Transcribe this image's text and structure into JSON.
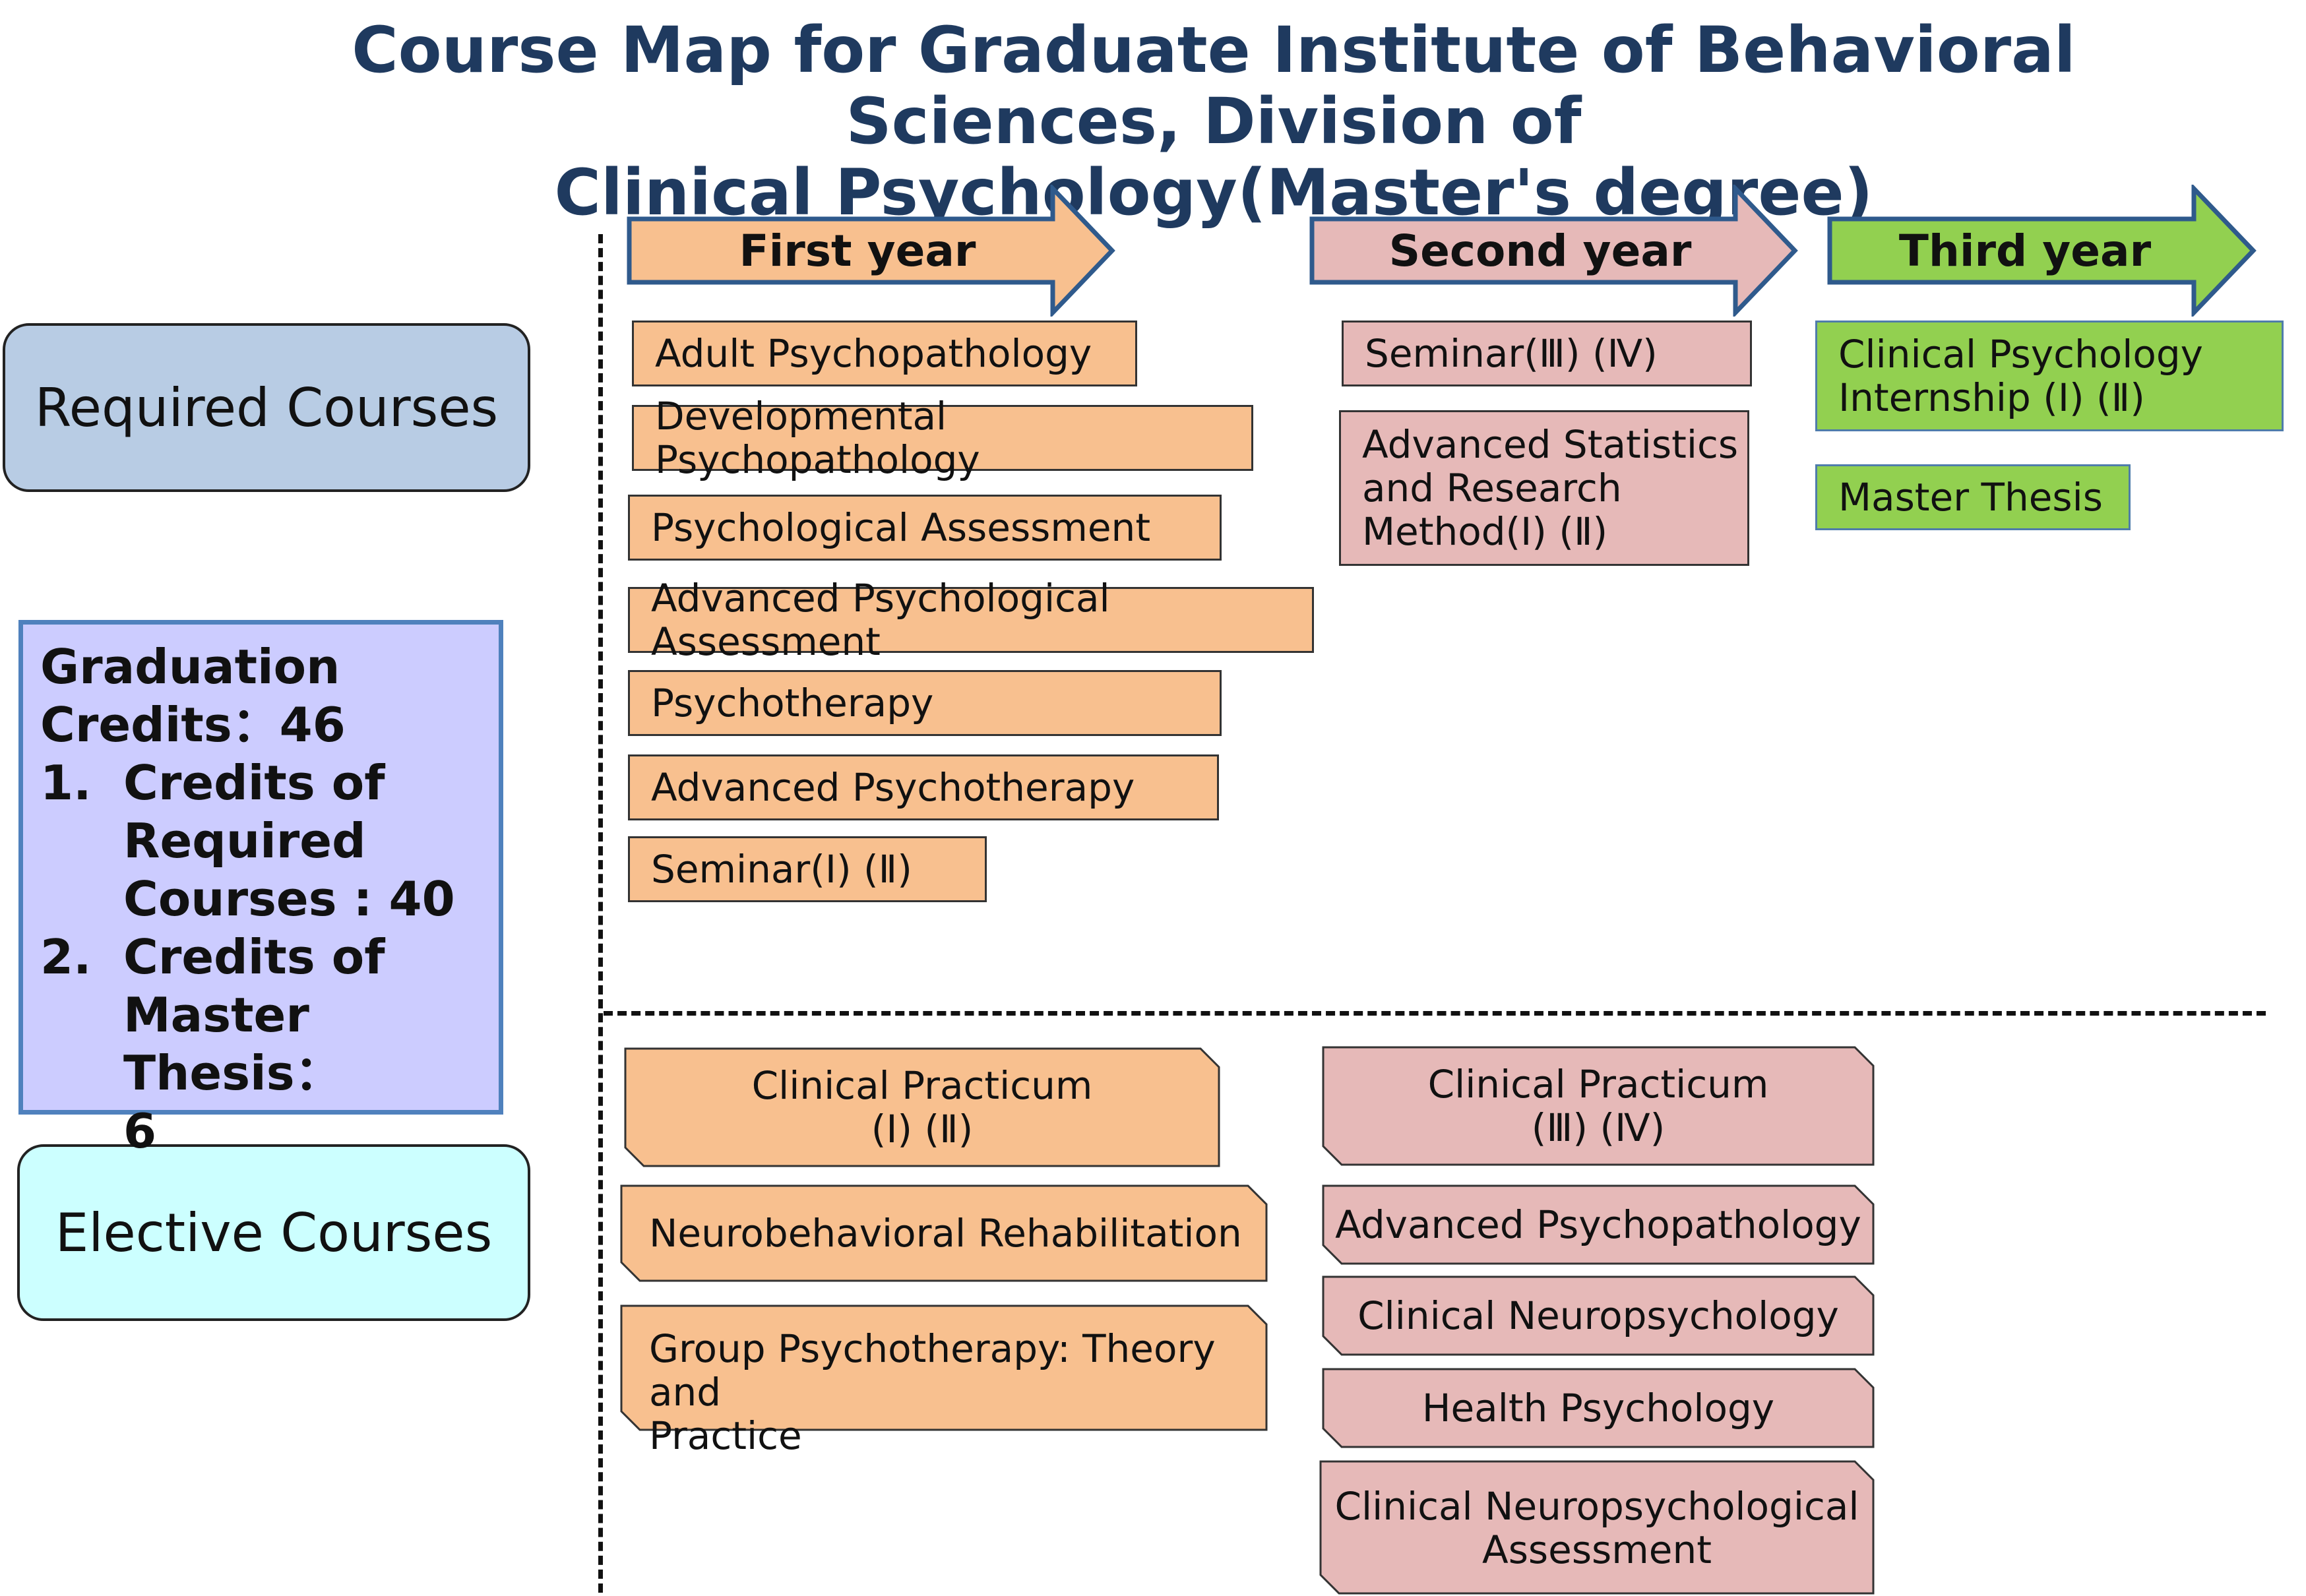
{
  "title": {
    "line1": "Course Map for Graduate Institute of Behavioral Sciences, Division of",
    "line2": "Clinical Psychology(Master's degree)"
  },
  "categories": {
    "required": "Required Courses",
    "elective": "Elective Courses"
  },
  "graduation": {
    "heading1": "Graduation",
    "heading2": "Credits：46",
    "items": [
      {
        "num": "1.",
        "lines": [
          "Credits of",
          "Required",
          "Courses : 40"
        ]
      },
      {
        "num": "2.",
        "lines": [
          "Credits of",
          "Master Thesis：",
          "6"
        ]
      }
    ]
  },
  "years": {
    "first": "First year",
    "second": "Second year",
    "third": "Third  year"
  },
  "required": {
    "first_year": [
      "Adult Psychopathology",
      "Developmental Psychopathology",
      "Psychological Assessment",
      "Advanced Psychological Assessment",
      "Psychotherapy",
      "Advanced Psychotherapy",
      "Seminar(Ⅰ) (Ⅱ)"
    ],
    "second_year": [
      [
        "Seminar(Ⅲ) (Ⅳ)"
      ],
      [
        "Advanced Statistics",
        "and Research",
        "Method(Ⅰ) (Ⅱ)"
      ]
    ],
    "third_year": [
      [
        "Clinical Psychology",
        "Internship (Ⅰ) (Ⅱ)"
      ],
      [
        "Master Thesis"
      ]
    ]
  },
  "elective": {
    "first_year": [
      [
        "Clinical Practicum",
        "(Ⅰ) (Ⅱ)"
      ],
      [
        "Neurobehavioral Rehabilitation"
      ],
      [
        "Group Psychotherapy: Theory and",
        "Practice"
      ]
    ],
    "second_year": [
      [
        "Clinical Practicum",
        "(Ⅲ) (Ⅳ)"
      ],
      [
        "Advanced Psychopathology"
      ],
      [
        "Clinical Neuropsychology"
      ],
      [
        "Health Psychology"
      ],
      [
        "Clinical Neuropsychological",
        "Assessment"
      ]
    ]
  },
  "colors": {
    "first_year": "#f8c08f",
    "second_year": "#e6b9b8",
    "third_year": "#92d050",
    "required_category": "#b8cce4",
    "elective_category": "#ccffff",
    "graduation_box": "#ccccff",
    "arrow_border": "#2f5a8c",
    "title": "#1f3a5f"
  }
}
